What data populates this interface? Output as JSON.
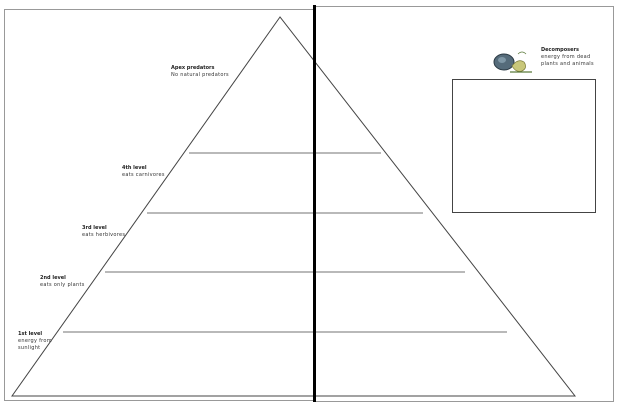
{
  "levels": [
    {
      "title": "Apex predators",
      "desc": [
        "No natural predators"
      ]
    },
    {
      "title": "4th level",
      "desc": [
        "eats carnivores"
      ]
    },
    {
      "title": "3rd level",
      "desc": [
        "eats herbivores"
      ]
    },
    {
      "title": "2nd level",
      "desc": [
        "eats only plants"
      ]
    },
    {
      "title": "1st level",
      "desc": [
        "energy from",
        "sunlight"
      ]
    }
  ],
  "decomposers": {
    "title": "Decomposers",
    "desc": [
      "energy from dead",
      "plants and animals"
    ],
    "icon": "mushroom-bug-icon"
  }
}
